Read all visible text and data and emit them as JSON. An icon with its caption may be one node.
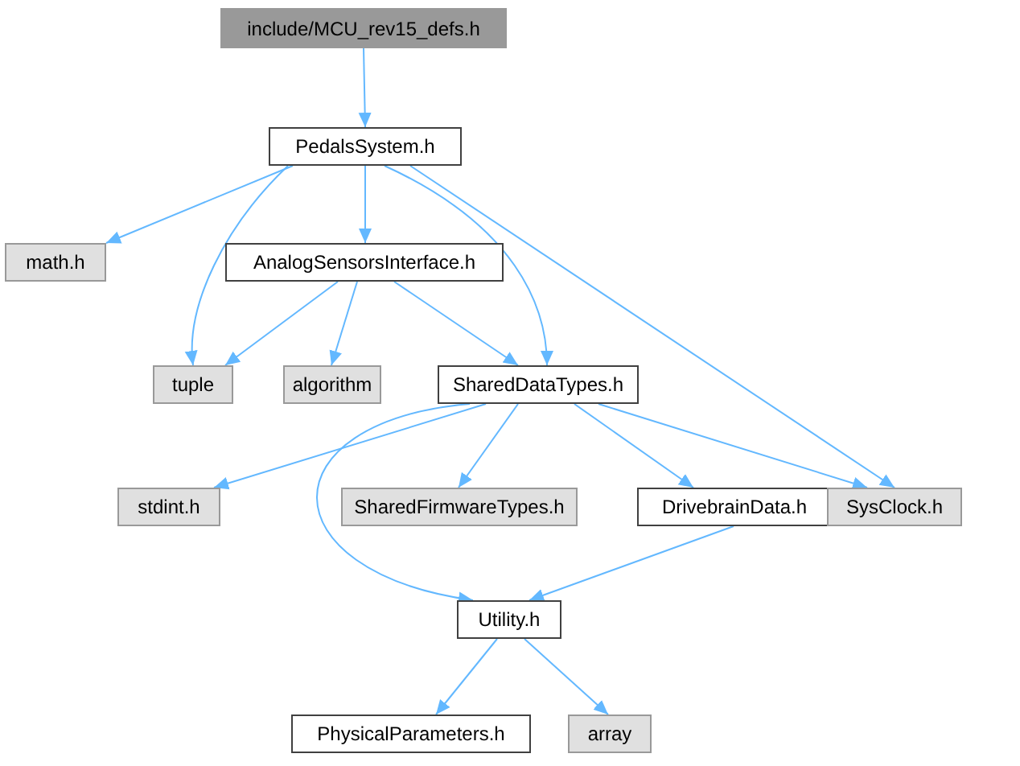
{
  "diagram": {
    "nodes": [
      {
        "text": [
          "include/MCU_rev15_defs.h"
        ]
      },
      {
        "text": [
          "PedalsSystem.h"
        ]
      },
      {
        "text": [
          "math.h"
        ]
      },
      {
        "text": [
          "AnalogSensorsInterface.h"
        ]
      },
      {
        "text": [
          "tuple"
        ]
      },
      {
        "text": [
          "algorithm"
        ]
      },
      {
        "text": [
          "SharedDataTypes.h"
        ]
      },
      {
        "text": [
          "stdint.h"
        ]
      },
      {
        "text": [
          "SharedFirmwareTypes.h"
        ]
      },
      {
        "text": [
          "DrivebrainData.h"
        ]
      },
      {
        "text": [
          "SysClock.h"
        ]
      },
      {
        "text": [
          "Utility.h"
        ]
      },
      {
        "text": [
          "PhysicalParameters.h"
        ]
      },
      {
        "text": [
          "array"
        ]
      }
    ],
    "edges": [
      {
        "from": 0,
        "to": 1,
        "arrow": "to"
      },
      {
        "from": 1,
        "to": 2,
        "arrow": "to"
      },
      {
        "from": 1,
        "to": 4,
        "arrow": "to"
      },
      {
        "from": 1,
        "to": 3,
        "arrow": "to"
      },
      {
        "from": 1,
        "to": 6,
        "arrow": "to"
      },
      {
        "from": 1,
        "to": 10,
        "arrow": "to"
      },
      {
        "from": 3,
        "to": 4,
        "arrow": "to"
      },
      {
        "from": 3,
        "to": 5,
        "arrow": "to"
      },
      {
        "from": 3,
        "to": 6,
        "arrow": "to"
      },
      {
        "from": 6,
        "to": 7,
        "arrow": "to"
      },
      {
        "from": 6,
        "to": 11,
        "arrow": "to"
      },
      {
        "from": 6,
        "to": 8,
        "arrow": "to"
      },
      {
        "from": 6,
        "to": 9,
        "arrow": "to"
      },
      {
        "from": 6,
        "to": 10,
        "arrow": "to"
      },
      {
        "from": 9,
        "to": 11,
        "arrow": "to"
      },
      {
        "from": 11,
        "to": 12,
        "arrow": "to"
      },
      {
        "from": 11,
        "to": 13,
        "arrow": "to"
      }
    ]
  }
}
